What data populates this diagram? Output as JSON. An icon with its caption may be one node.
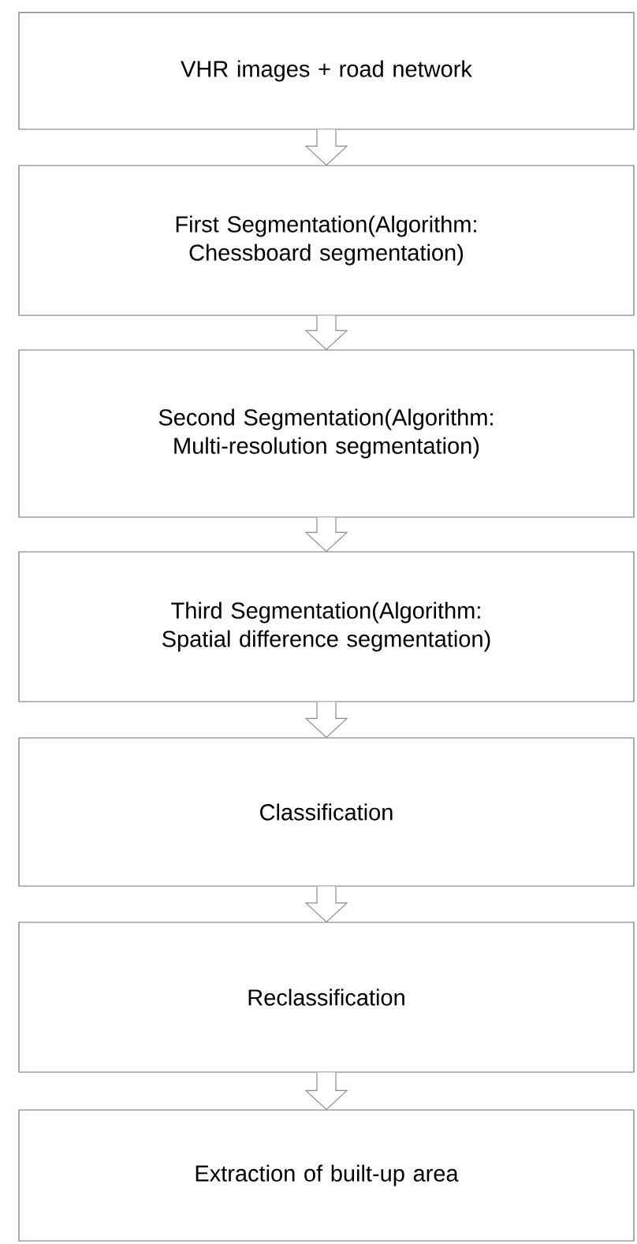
{
  "diagram": {
    "nodes": [
      {
        "text": [
          "VHR images + road network"
        ]
      },
      {
        "text": [
          "First Segmentation(Algorithm: Chessboard segmentation)"
        ]
      },
      {
        "text": [
          "Second Segmentation(Algorithm: Multi-resolution segmentation)"
        ]
      },
      {
        "text": [
          "Third Segmentation(Algorithm: Spatial difference segmentation)"
        ]
      },
      {
        "text": [
          "Classification"
        ]
      },
      {
        "text": [
          "Reclassification"
        ]
      },
      {
        "text": [
          "Extraction of built-up area"
        ]
      }
    ],
    "edges": [
      {
        "from": 0,
        "to": 1,
        "arrow": "to"
      },
      {
        "from": 1,
        "to": 2,
        "arrow": "to"
      },
      {
        "from": 2,
        "to": 3,
        "arrow": "to"
      },
      {
        "from": 3,
        "to": 4,
        "arrow": "to"
      },
      {
        "from": 4,
        "to": 5,
        "arrow": "to"
      },
      {
        "from": 5,
        "to": 6,
        "arrow": "to"
      }
    ]
  }
}
